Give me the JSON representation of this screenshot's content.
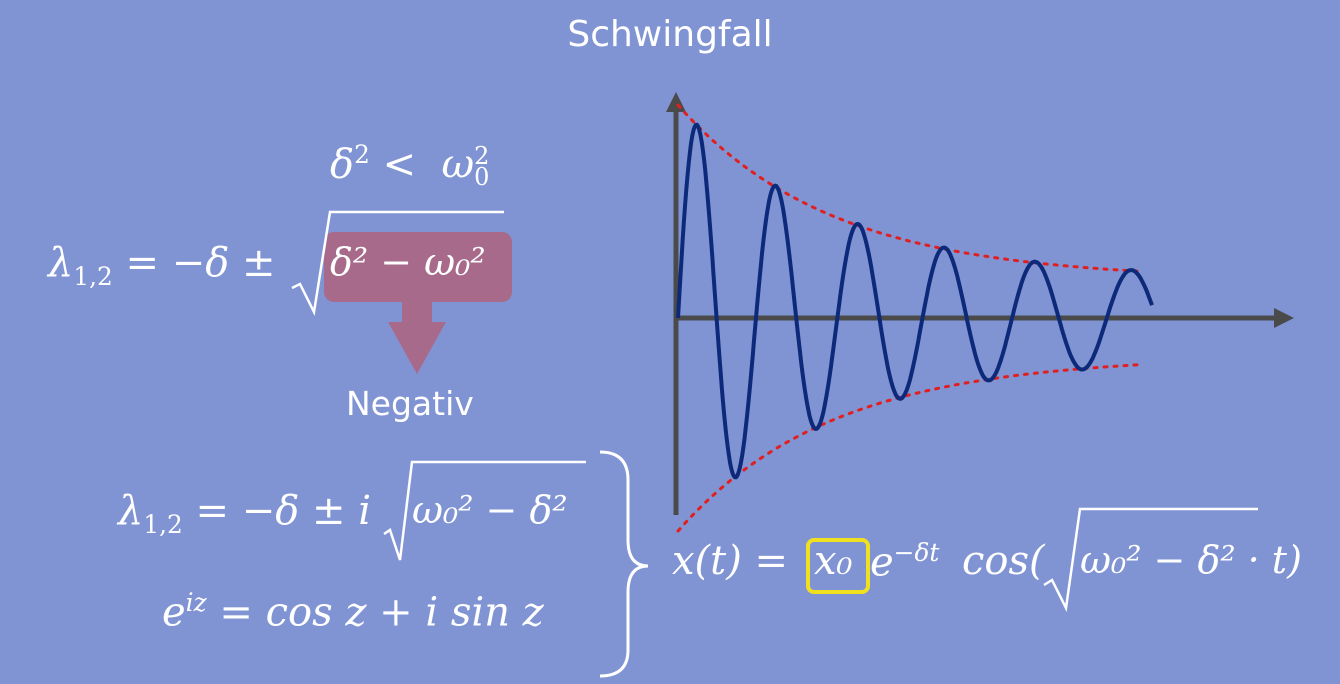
{
  "title": "Schwingfall",
  "colors": {
    "background": "#8094d4",
    "wave": "#0d2a7a",
    "envelope": "#e02020",
    "axes": "#4a4a4a",
    "highlight_box": "#a86a8a",
    "yellow_box": "#f0e020"
  },
  "condition": {
    "lhs": "δ",
    "lhs_sup": "2",
    "op": "<",
    "rhs": "ω",
    "rhs_sup": "2",
    "rhs_sub": "0"
  },
  "eq1": {
    "lhs": "λ",
    "lhs_sub": "1,2",
    "rhs": "= −δ ±",
    "radicand": "δ² − ω₀²"
  },
  "arrow_label": "Negativ",
  "eq2": {
    "lhs": "λ",
    "lhs_sub": "1,2",
    "rhs": "= −δ ± i",
    "radicand": "ω₀² − δ²"
  },
  "euler": {
    "lhs": "e",
    "lhs_sup": "iz",
    "rhs": "= cos z + i sin z"
  },
  "solution": {
    "lhs": "x(t) =",
    "x0": "x₀",
    "exp_base": "e",
    "exp_sup": "−δt",
    "cos": "cos(",
    "radicand": "ω₀² − δ² · t)"
  },
  "icons": [
    "brace-icon",
    "arrow-down-icon"
  ]
}
